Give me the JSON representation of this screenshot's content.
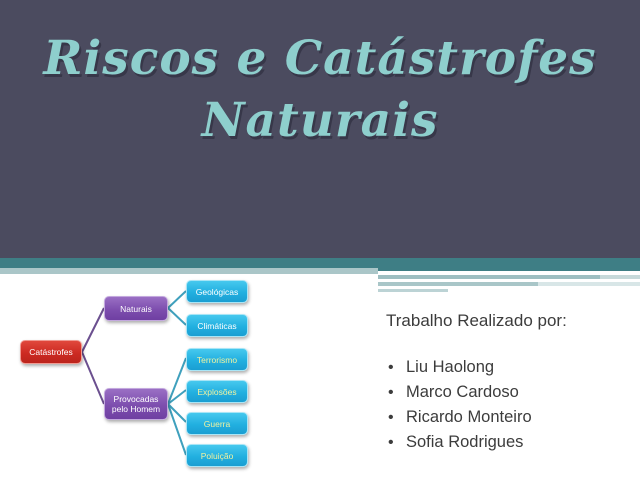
{
  "slide": {
    "title": "Riscos e Catástrofes\nNaturais",
    "background_color": "#4b4b5f",
    "title_color": "#8ecfcd",
    "accent_color": "#3e7e85"
  },
  "diagram": {
    "type": "tree",
    "root": {
      "label": "Catástrofes",
      "color": "#cd2a22",
      "text_color": "#ffffff"
    },
    "branches": [
      {
        "label": "Naturais",
        "color": "#7d4eae",
        "text_color": "#ffffff",
        "children": [
          {
            "label": "Geológicas",
            "color": "#22b0e0",
            "text_color": "#ffffff"
          },
          {
            "label": "Climáticas",
            "color": "#22b0e0",
            "text_color": "#ffffff"
          }
        ]
      },
      {
        "label": "Provocadas\npelo Homem",
        "color": "#7d4eae",
        "text_color": "#ffffff",
        "children": [
          {
            "label": "Terrorismo",
            "color": "#22b0e0",
            "text_color": "#f2f2a0"
          },
          {
            "label": "Explosões",
            "color": "#22b0e0",
            "text_color": "#f2f2a0"
          },
          {
            "label": "Guerra",
            "color": "#22b0e0",
            "text_color": "#f2f2a0"
          },
          {
            "label": "Poluição",
            "color": "#22b0e0",
            "text_color": "#f2f2a0"
          }
        ]
      }
    ]
  },
  "content": {
    "heading": "Trabalho Realizado por:",
    "bullet_char": "•",
    "authors": [
      "Liu Haolong",
      "Marco Cardoso",
      "Ricardo Monteiro",
      "Sofia Rodrigues"
    ]
  }
}
